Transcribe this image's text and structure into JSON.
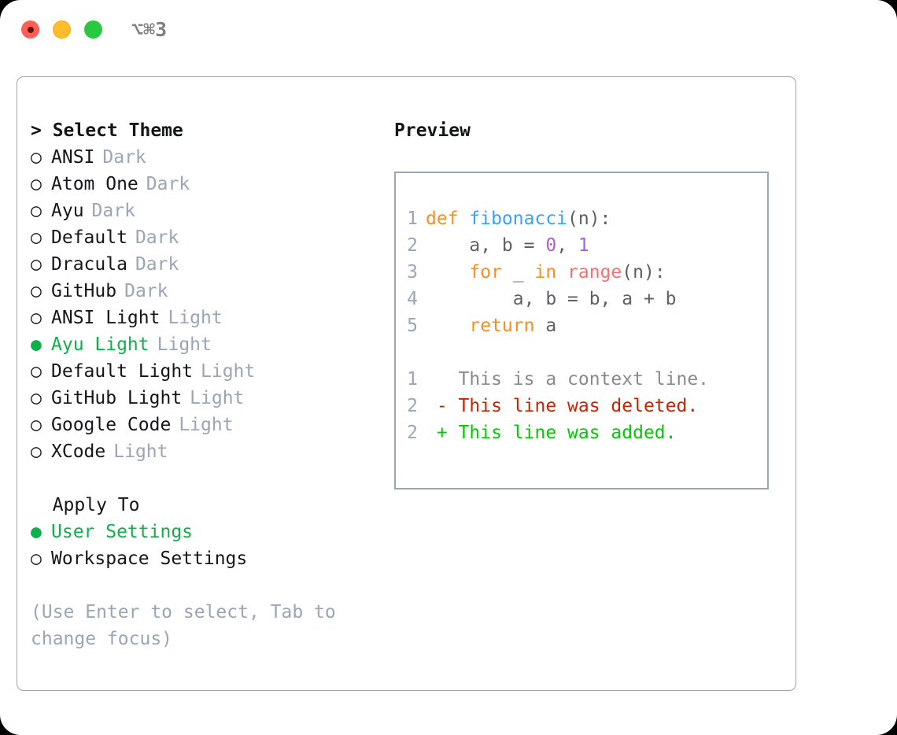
{
  "titlebar": {
    "shortcut": "⌥⌘3",
    "buttons": [
      {
        "name": "close",
        "color": "#ff5f57"
      },
      {
        "name": "minimize",
        "color": "#ffbd2e"
      },
      {
        "name": "maximize",
        "color": "#28c840"
      }
    ]
  },
  "theme_section": {
    "header": "> Select Theme",
    "options": [
      {
        "marker": "○",
        "label": "ANSI",
        "tag": "Dark",
        "selected": false
      },
      {
        "marker": "○",
        "label": "Atom One",
        "tag": "Dark",
        "selected": false
      },
      {
        "marker": "○",
        "label": "Ayu",
        "tag": "Dark",
        "selected": false
      },
      {
        "marker": "○",
        "label": "Default",
        "tag": "Dark",
        "selected": false
      },
      {
        "marker": "○",
        "label": "Dracula",
        "tag": "Dark",
        "selected": false
      },
      {
        "marker": "○",
        "label": "GitHub",
        "tag": "Dark",
        "selected": false
      },
      {
        "marker": "○",
        "label": "ANSI Light",
        "tag": "Light",
        "selected": false
      },
      {
        "marker": "●",
        "label": "Ayu Light",
        "tag": "Light",
        "selected": true
      },
      {
        "marker": "○",
        "label": "Default Light",
        "tag": "Light",
        "selected": false
      },
      {
        "marker": "○",
        "label": "GitHub Light",
        "tag": "Light",
        "selected": false
      },
      {
        "marker": "○",
        "label": "Google Code",
        "tag": "Light",
        "selected": false
      },
      {
        "marker": "○",
        "label": "XCode",
        "tag": "Light",
        "selected": false
      }
    ]
  },
  "apply_section": {
    "header": "  Apply To",
    "options": [
      {
        "marker": "●",
        "label": "User Settings",
        "selected": true
      },
      {
        "marker": "○",
        "label": "Workspace Settings",
        "selected": false
      }
    ]
  },
  "hint": "(Use Enter to select, Tab to change focus)",
  "preview": {
    "header": "Preview",
    "code_lines": [
      {
        "num": "1",
        "tokens": [
          {
            "t": "def ",
            "c": "kw"
          },
          {
            "t": "fibonacci",
            "c": "fn"
          },
          {
            "t": "(n):",
            "c": "pl"
          }
        ]
      },
      {
        "num": "2",
        "tokens": [
          {
            "t": "    a, b = ",
            "c": "pl"
          },
          {
            "t": "0",
            "c": "num"
          },
          {
            "t": ", ",
            "c": "pl"
          },
          {
            "t": "1",
            "c": "num"
          }
        ]
      },
      {
        "num": "3",
        "tokens": [
          {
            "t": "    ",
            "c": "pl"
          },
          {
            "t": "for",
            "c": "kw"
          },
          {
            "t": " _ ",
            "c": "pl"
          },
          {
            "t": "in",
            "c": "kw"
          },
          {
            "t": " ",
            "c": "pl"
          },
          {
            "t": "range",
            "c": "call"
          },
          {
            "t": "(n):",
            "c": "pl"
          }
        ]
      },
      {
        "num": "4",
        "tokens": [
          {
            "t": "        a, b = b, a + b",
            "c": "pl"
          }
        ]
      },
      {
        "num": "5",
        "tokens": [
          {
            "t": "    ",
            "c": "pl"
          },
          {
            "t": "return",
            "c": "kw"
          },
          {
            "t": " a",
            "c": "pl"
          }
        ]
      }
    ],
    "diff_lines": [
      {
        "num": "1",
        "tokens": [
          {
            "t": "   This is a context line.",
            "c": "ctx"
          }
        ]
      },
      {
        "num": "2",
        "tokens": [
          {
            "t": " - This line was deleted.",
            "c": "del"
          }
        ]
      },
      {
        "num": "2",
        "tokens": [
          {
            "t": " + This line was added.",
            "c": "add"
          }
        ]
      }
    ]
  },
  "colors": {
    "accent_green": "#0fb04a",
    "muted": "#9aa5b5",
    "keyword": "#f29024",
    "function": "#36a3f7",
    "number": "#a55fd6",
    "call": "#f8706e",
    "diff_deleted": "#cc2200",
    "diff_added": "#00cc00",
    "border": "#9aa5b5"
  }
}
